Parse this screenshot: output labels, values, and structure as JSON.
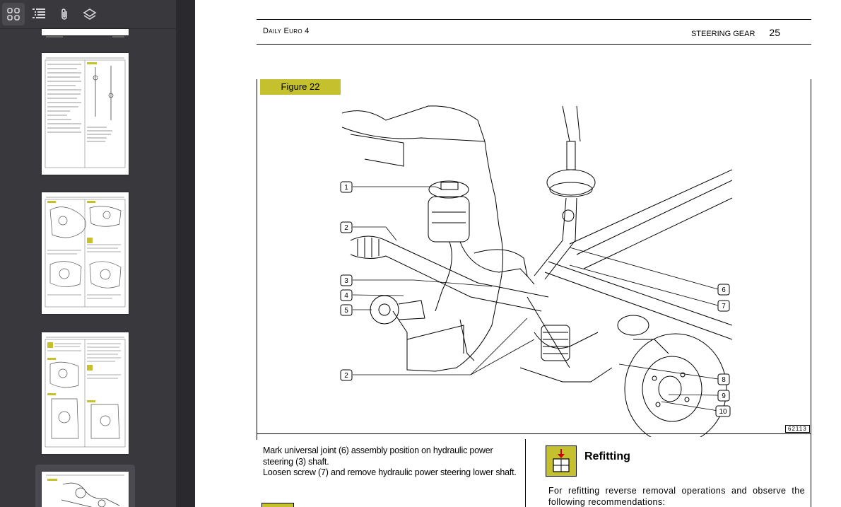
{
  "sidebar": {
    "toolbar": [
      {
        "name": "thumbnails-view-icon",
        "active": true
      },
      {
        "name": "outline-view-icon",
        "active": false
      },
      {
        "name": "attachments-view-icon",
        "active": false
      },
      {
        "name": "layers-view-icon",
        "active": false
      }
    ]
  },
  "page": {
    "header_left": "Daily Euro 4",
    "header_section": "STEERING GEAR",
    "header_page": "25",
    "figure_label": "Figure 22",
    "figure_code": "62113",
    "callouts": [
      "1",
      "2",
      "3",
      "4",
      "5",
      "2",
      "6",
      "7",
      "8",
      "9",
      "10"
    ],
    "body_lines": [
      "Mark universal joint (6) assembly position on hydraulic power steering (3) shaft.",
      "Loosen screw (7) and remove hydraulic power steering lower shaft."
    ],
    "refitting_title": "Refitting",
    "refitting_text": "For refitting reverse removal operations and observe the following recommendations:"
  },
  "colors": {
    "accent_yellow": "#c5c02e",
    "sidebar_bg": "#38383d",
    "viewer_bg": "#2a2a2e"
  }
}
